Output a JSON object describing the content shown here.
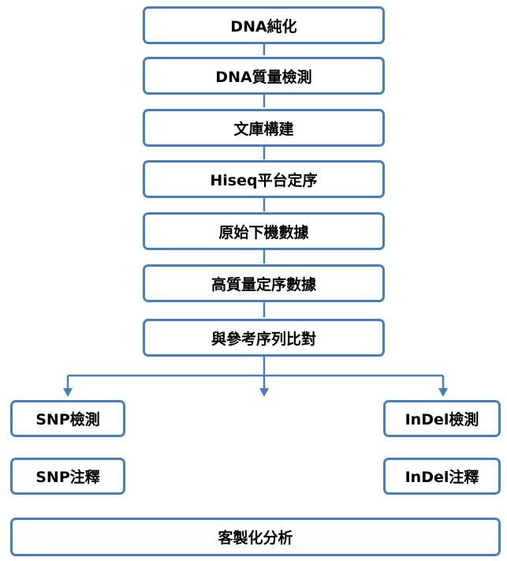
{
  "colors": {
    "border": "#4a7ebb",
    "connector": "#4a7ebb",
    "text": "#000000",
    "background": "#ffffff"
  },
  "steps": [
    "DNA純化",
    "DNA質量檢測",
    "文庫構建",
    "Hiseq平台定序",
    "原始下機數據",
    "高質量定序數據",
    "與參考序列比對"
  ],
  "branches": {
    "snp_detect": "SNP檢測",
    "snp_annot": "SNP注釋",
    "indel_detect": "InDel檢測",
    "indel_annot": "InDel注釋"
  },
  "final": "客製化分析"
}
